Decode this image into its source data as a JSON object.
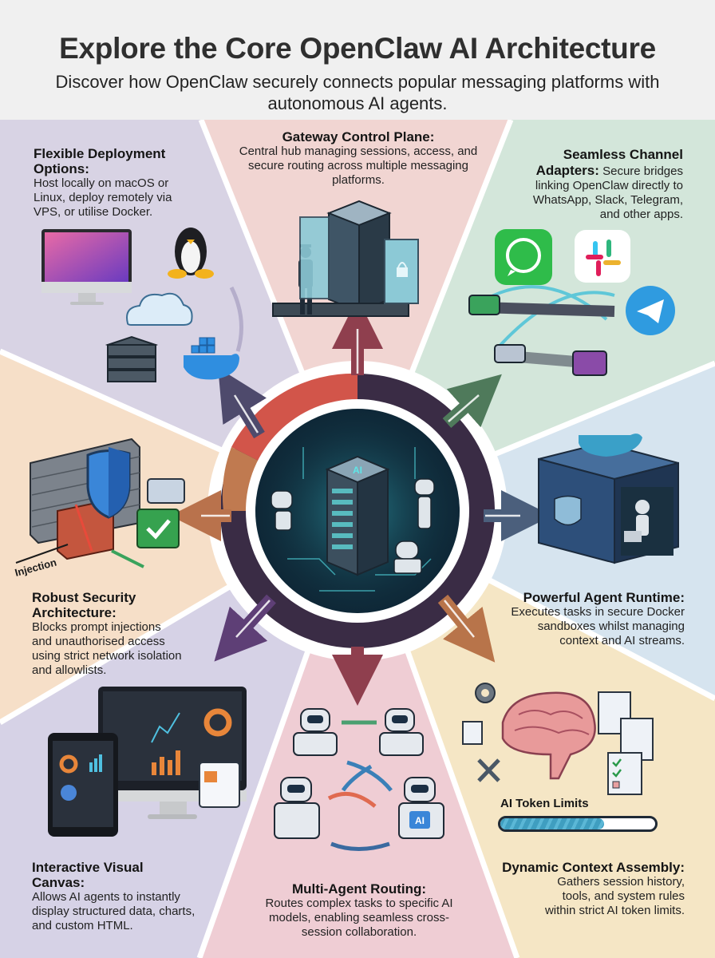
{
  "header": {
    "title": "Explore the Core OpenClaw AI Architecture",
    "subtitle": "Discover how OpenClaw securely connects popular messaging platforms with autonomous AI agents."
  },
  "colors": {
    "deployment_bg": "#d8d3e4",
    "gateway_bg": "#f1d5d2",
    "channels_bg": "#d3e6da",
    "security_bg": "#f6dfc8",
    "runtime_bg": "#d6e4ef",
    "canvas_bg": "#d6d2e6",
    "routing_bg": "#efcdd4",
    "context_bg": "#f5e6c5",
    "hub_dark": "#3a2c45",
    "hub_red": "#d2554a"
  },
  "sections": {
    "deployment": {
      "title": "Flexible Deployment Options:",
      "body": "Host locally on macOS or Linux, deploy remotely via VPS, or utilise Docker.",
      "icons": [
        "imac-icon",
        "linux-penguin-icon",
        "cloud-icon",
        "server-stack-icon",
        "docker-whale-icon"
      ]
    },
    "gateway": {
      "title": "Gateway Control Plane:",
      "body": "Central hub managing sessions, access, and secure routing across multiple messaging platforms.",
      "icons": [
        "security-guard-icon",
        "server-tower-icon",
        "lock-panel-icon"
      ]
    },
    "channels": {
      "title": "Seamless Channel Adapters:",
      "body": "Secure bridges linking OpenClaw directly to WhatsApp, Slack, Telegram, and other apps.",
      "icons": [
        "whatsapp-icon",
        "slack-icon",
        "telegram-icon",
        "bridge-adapter-icon"
      ]
    },
    "security": {
      "title": "Robust Security Architecture:",
      "body": "Blocks prompt injections and unauthorised access using strict network isolation and allowlists.",
      "injection_label": "Injection",
      "icons": [
        "firewall-icon",
        "shield-icon",
        "server-icon",
        "folder-check-icon"
      ]
    },
    "runtime": {
      "title": "Powerful Agent Runtime:",
      "body": "Executes tasks in secure Docker sandboxes whilst managing context and AI streams.",
      "icons": [
        "docker-container-icon",
        "robot-coder-icon"
      ]
    },
    "canvas": {
      "title": "Interactive Visual Canvas:",
      "body": "Allows AI agents to instantly display structured data, charts, and custom HTML.",
      "icons": [
        "monitor-dashboard-icon",
        "tablet-dashboard-icon",
        "html-window-icon"
      ]
    },
    "routing": {
      "title": "Multi-Agent Routing:",
      "body": "Routes complex tasks to specific AI models, enabling seamless cross-session collaboration.",
      "robot_badge": "AI",
      "icons": [
        "robot-agents-icon",
        "routing-arrows-icon"
      ]
    },
    "context": {
      "title": "Dynamic Context Assembly:",
      "body": "Gathers session history, tools, and system rules within strict AI token limits.",
      "token_label": "AI Token Limits",
      "token_fill_percent": 67,
      "icons": [
        "gear-icon",
        "brain-icon",
        "documents-icon",
        "tools-icon",
        "checklist-icon"
      ]
    }
  },
  "hub": {
    "badge": "AI",
    "icons": [
      "ai-server-hub-icon",
      "robot-icon"
    ]
  }
}
